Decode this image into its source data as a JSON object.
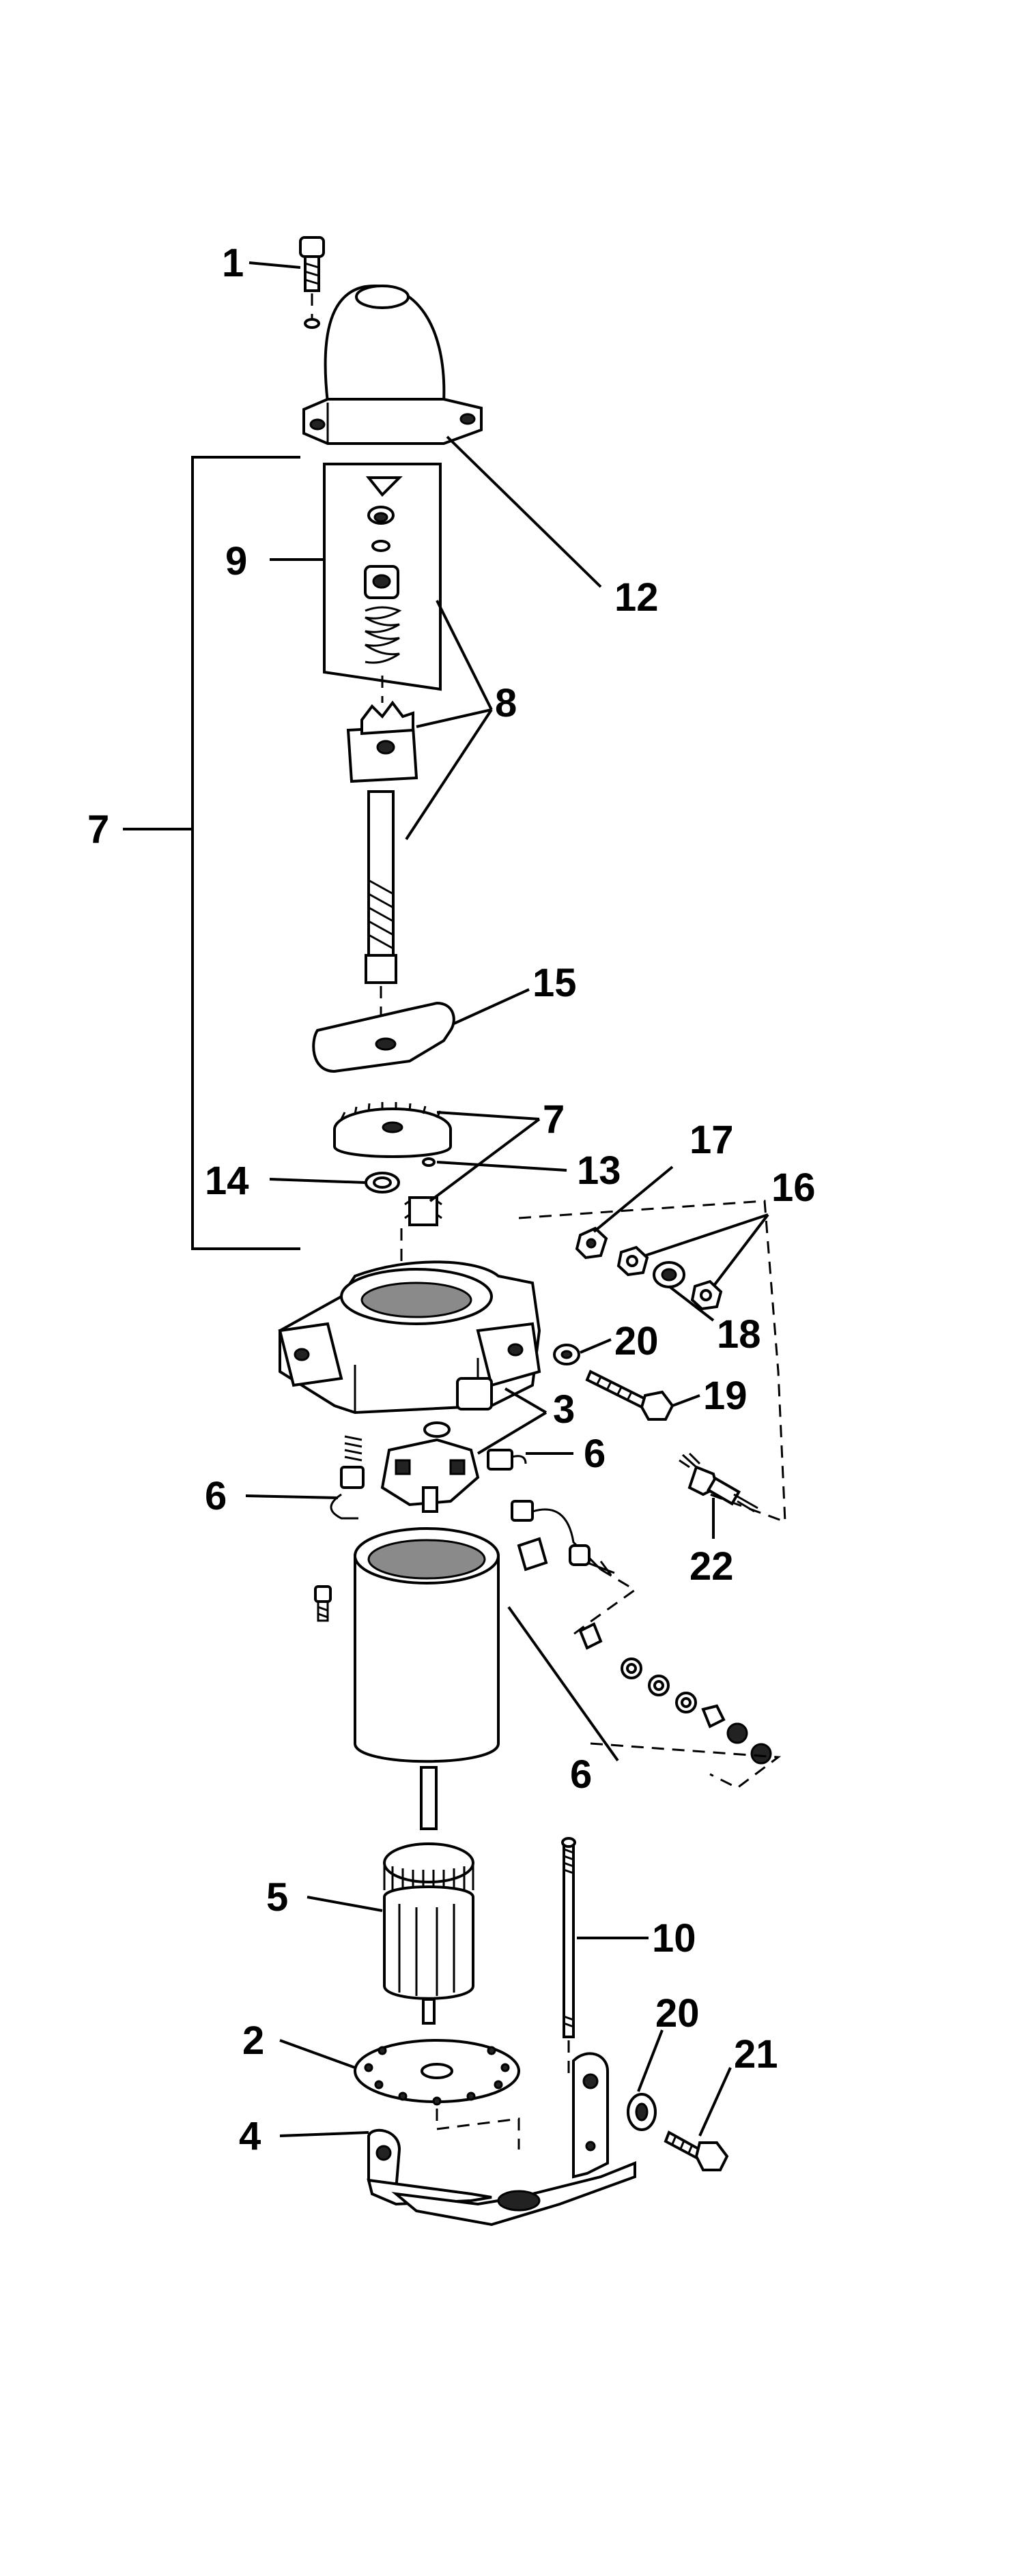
{
  "diagram": {
    "callouts": [
      {
        "id": "c1",
        "text": "1"
      },
      {
        "id": "c12",
        "text": "12"
      },
      {
        "id": "c9",
        "text": "9"
      },
      {
        "id": "c8",
        "text": "8"
      },
      {
        "id": "c7a",
        "text": "7"
      },
      {
        "id": "c15",
        "text": "15"
      },
      {
        "id": "c7b",
        "text": "7"
      },
      {
        "id": "c14",
        "text": "14"
      },
      {
        "id": "c13",
        "text": "13"
      },
      {
        "id": "c17",
        "text": "17"
      },
      {
        "id": "c16",
        "text": "16"
      },
      {
        "id": "c20a",
        "text": "20"
      },
      {
        "id": "c18",
        "text": "18"
      },
      {
        "id": "c19",
        "text": "19"
      },
      {
        "id": "c3",
        "text": "3"
      },
      {
        "id": "c6a",
        "text": "6"
      },
      {
        "id": "c6b",
        "text": "6"
      },
      {
        "id": "c22",
        "text": "22"
      },
      {
        "id": "c6c",
        "text": "6"
      },
      {
        "id": "c5",
        "text": "5"
      },
      {
        "id": "c10",
        "text": "10"
      },
      {
        "id": "c20b",
        "text": "20"
      },
      {
        "id": "c21",
        "text": "21"
      },
      {
        "id": "c2",
        "text": "2"
      },
      {
        "id": "c4",
        "text": "4"
      }
    ]
  }
}
